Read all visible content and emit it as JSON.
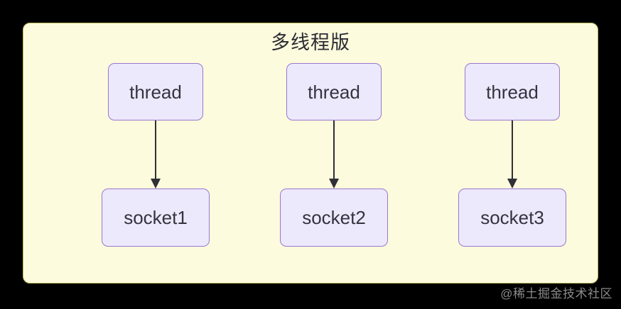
{
  "diagram": {
    "title": "多线程版",
    "colors": {
      "panel_background": "#fdfbdd",
      "panel_border": "#bdbd63",
      "node_background": "#ece9fc",
      "node_border": "#9a77d0",
      "node_text": "#34343f",
      "arrow": "#2f2f36",
      "page_background": "#000000",
      "watermark_text": "#8a8a8a"
    },
    "columns": [
      {
        "thread_label": "thread",
        "socket_label": "socket1",
        "arrow_name": "arrow-thread-to-socket1"
      },
      {
        "thread_label": "thread",
        "socket_label": "socket2",
        "arrow_name": "arrow-thread-to-socket2"
      },
      {
        "thread_label": "thread",
        "socket_label": "socket3",
        "arrow_name": "arrow-thread-to-socket3"
      }
    ]
  },
  "watermark": {
    "text": "@稀土掘金技术社区"
  }
}
